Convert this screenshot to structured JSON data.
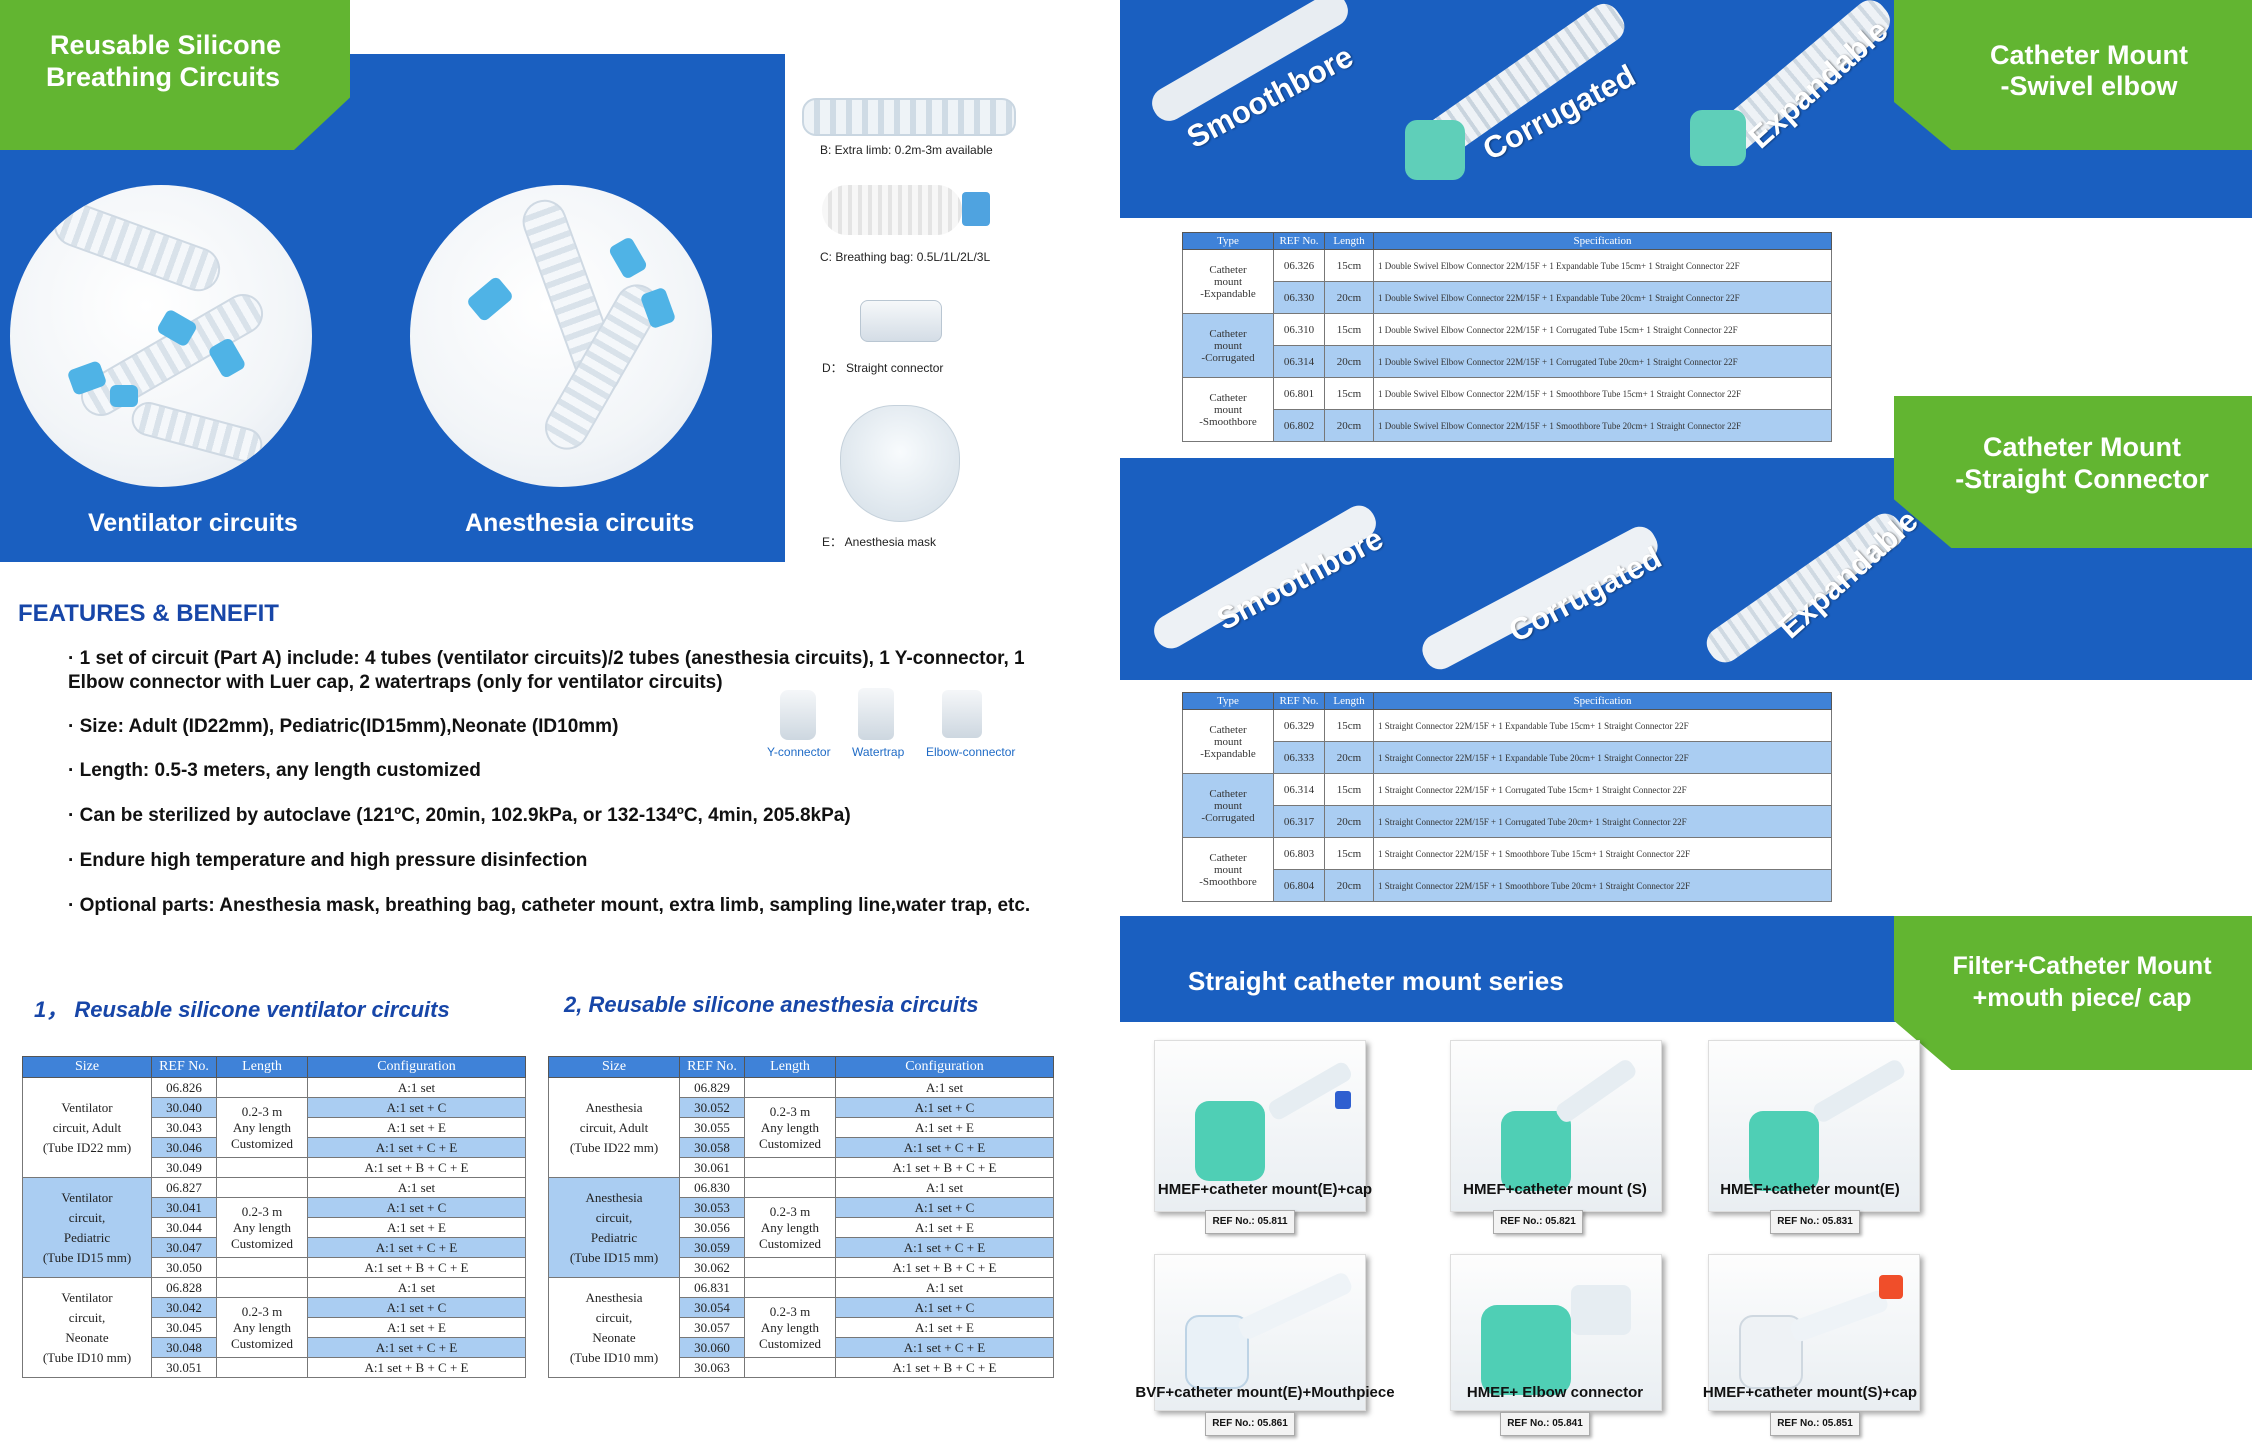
{
  "left": {
    "title_line1": "Reusable Silicone",
    "title_line2": "Breathing  Circuits",
    "ventilator_label": "Ventilator circuits",
    "anesthesia_label": "Anesthesia circuits",
    "parts": [
      {
        "label": "B: Extra limb: 0.2m-3m available"
      },
      {
        "label": "C: Breathing bag: 0.5L/1L/2L/3L"
      },
      {
        "label": "D： Straight connector"
      },
      {
        "label": "E： Anesthesia  mask"
      }
    ],
    "features_title": "FEATURES & BENEFIT",
    "bullets": [
      "· 1 set of circuit (Part A) include: 4 tubes  (ventilator circuits)/2 tubes (anesthesia circuits), 1 Y-connector, 1",
      "Elbow connector with Luer cap,  2 watertraps (only for ventilator circuits)",
      "· Size: Adult (ID22mm), Pediatric(ID15mm),Neonate (ID10mm)",
      "· Length: 0.5-3 meters, any length customized",
      "· Can be sterilized by autoclave (121ºC, 20min, 102.9kPa, or 132-134ºC, 4min, 205.8kPa)",
      "· Endure high temperature and high pressure disinfection",
      "· Optional parts: Anesthesia mask, breathing bag, catheter mount, extra limb, sampling line,water trap, etc."
    ],
    "connectors": [
      "Y-connector",
      "Watertrap",
      "Elbow-connector"
    ],
    "section1_title": "1， Reusable silicone ventilator circuits",
    "section2_title": "2,   Reusable silicone anesthesia circuits",
    "table_headers": [
      "Size",
      "REF No.",
      "Length",
      "Configuration"
    ],
    "length_lines": [
      "0.2-3 m",
      "Any length",
      "Customized"
    ],
    "configs": [
      "A:1 set",
      "A:1 set + C",
      "A:1 set + E",
      "A:1 set + C + E",
      "A:1 set + B + C + E"
    ],
    "vent_groups": [
      {
        "size": [
          "Ventilator",
          "circuit, Adult",
          "(Tube ID22 mm)"
        ],
        "refs": [
          "06.826",
          "30.040",
          "30.043",
          "30.046",
          "30.049"
        ]
      },
      {
        "size": [
          "Ventilator",
          "circuit,",
          "Pediatric",
          "(Tube ID15 mm)"
        ],
        "refs": [
          "06.827",
          "30.041",
          "30.044",
          "30.047",
          "30.050"
        ]
      },
      {
        "size": [
          "Ventilator",
          "circuit,",
          "Neonate",
          "(Tube ID10 mm)"
        ],
        "refs": [
          "06.828",
          "30.042",
          "30.045",
          "30.048",
          "30.051"
        ]
      }
    ],
    "anes_groups": [
      {
        "size": [
          "Anesthesia",
          "circuit, Adult",
          "(Tube ID22 mm)"
        ],
        "refs": [
          "06.829",
          "30.052",
          "30.055",
          "30.058",
          "30.061"
        ]
      },
      {
        "size": [
          "Anesthesia",
          "circuit,",
          "Pediatric",
          "(Tube ID15 mm)"
        ],
        "refs": [
          "06.830",
          "30.053",
          "30.056",
          "30.059",
          "30.062"
        ]
      },
      {
        "size": [
          "Anesthesia",
          "circuit,",
          "Neonate",
          "(Tube ID10 mm)"
        ],
        "refs": [
          "06.831",
          "30.054",
          "30.057",
          "30.060",
          "30.063"
        ]
      }
    ]
  },
  "right": {
    "swivel_title_1": "Catheter Mount",
    "swivel_title_2": "-Swivel elbow",
    "straight_title_1": "Catheter Mount",
    "straight_title_2": "-Straight Connector",
    "filter_title_1": "Filter+Catheter Mount",
    "filter_title_2": "+mouth piece/ cap",
    "series_title": "Straight catheter mount series",
    "mount_words": [
      "Smoothbore",
      "Corrugated",
      "Expandable"
    ],
    "spec_headers": [
      "Type",
      "REF No.",
      "Length",
      "Specification"
    ],
    "swivel_rows": [
      {
        "type": [
          "Catheter",
          "mount",
          "-Expandable"
        ],
        "items": [
          {
            "ref": "06.326",
            "len": "15cm",
            "spec": "1 Double Swivel Elbow Connector 22M/15F + 1 Expandable Tube 15cm+ 1 Straight Connector 22F"
          },
          {
            "ref": "06.330",
            "len": "20cm",
            "spec": "1 Double Swivel Elbow Connector 22M/15F + 1 Expandable Tube 20cm+ 1 Straight Connector 22F"
          }
        ]
      },
      {
        "type": [
          "Catheter",
          "mount",
          "-Corrugated"
        ],
        "items": [
          {
            "ref": "06.310",
            "len": "15cm",
            "spec": "1 Double Swivel Elbow Connector 22M/15F + 1 Corrugated Tube 15cm+ 1 Straight Connector 22F"
          },
          {
            "ref": "06.314",
            "len": "20cm",
            "spec": "1 Double Swivel Elbow Connector 22M/15F + 1 Corrugated Tube 20cm+ 1 Straight Connector 22F"
          }
        ]
      },
      {
        "type": [
          "Catheter",
          "mount",
          "-Smoothbore"
        ],
        "items": [
          {
            "ref": "06.801",
            "len": "15cm",
            "spec": "1 Double Swivel Elbow Connector 22M/15F + 1 Smoothbore Tube 15cm+ 1 Straight Connector 22F"
          },
          {
            "ref": "06.802",
            "len": "20cm",
            "spec": "1 Double Swivel Elbow Connector 22M/15F + 1 Smoothbore Tube 20cm+ 1 Straight Connector 22F"
          }
        ]
      }
    ],
    "straight_rows": [
      {
        "type": [
          "Catheter",
          "mount",
          "-Expandable"
        ],
        "items": [
          {
            "ref": "06.329",
            "len": "15cm",
            "spec": "1 Straight Connector 22M/15F + 1 Expandable Tube 15cm+ 1 Straight Connector 22F"
          },
          {
            "ref": "06.333",
            "len": "20cm",
            "spec": "1 Straight Connector 22M/15F + 1 Expandable Tube 20cm+ 1 Straight Connector 22F"
          }
        ]
      },
      {
        "type": [
          "Catheter",
          "mount",
          "-Corrugated"
        ],
        "items": [
          {
            "ref": "06.314",
            "len": "15cm",
            "spec": "1 Straight Connector 22M/15F + 1 Corrugated Tube 15cm+ 1 Straight Connector 22F"
          },
          {
            "ref": "06.317",
            "len": "20cm",
            "spec": "1 Straight Connector 22M/15F + 1 Corrugated Tube 20cm+ 1 Straight Connector 22F"
          }
        ]
      },
      {
        "type": [
          "Catheter",
          "mount",
          "-Smoothbore"
        ],
        "items": [
          {
            "ref": "06.803",
            "len": "15cm",
            "spec": "1 Straight Connector 22M/15F + 1 Smoothbore Tube 15cm+ 1 Straight Connector 22F"
          },
          {
            "ref": "06.804",
            "len": "20cm",
            "spec": "1 Straight Connector 22M/15F + 1 Smoothbore Tube 20cm+ 1 Straight Connector 22F"
          }
        ]
      }
    ],
    "products": [
      {
        "label": "HMEF+catheter mount(E)+cap",
        "ref": "REF No.: 05.811"
      },
      {
        "label": "HMEF+catheter mount  (S)",
        "ref": "REF No.: 05.821"
      },
      {
        "label": "HMEF+catheter mount(E)",
        "ref": "REF No.: 05.831"
      },
      {
        "label": "BVF+catheter mount(E)+Mouthpiece",
        "ref": "REF No.: 05.861"
      },
      {
        "label": "HMEF+ Elbow connector",
        "ref": "REF No.: 05.841"
      },
      {
        "label": "HMEF+catheter mount(S)+cap",
        "ref": "REF No.: 05.851"
      }
    ]
  }
}
